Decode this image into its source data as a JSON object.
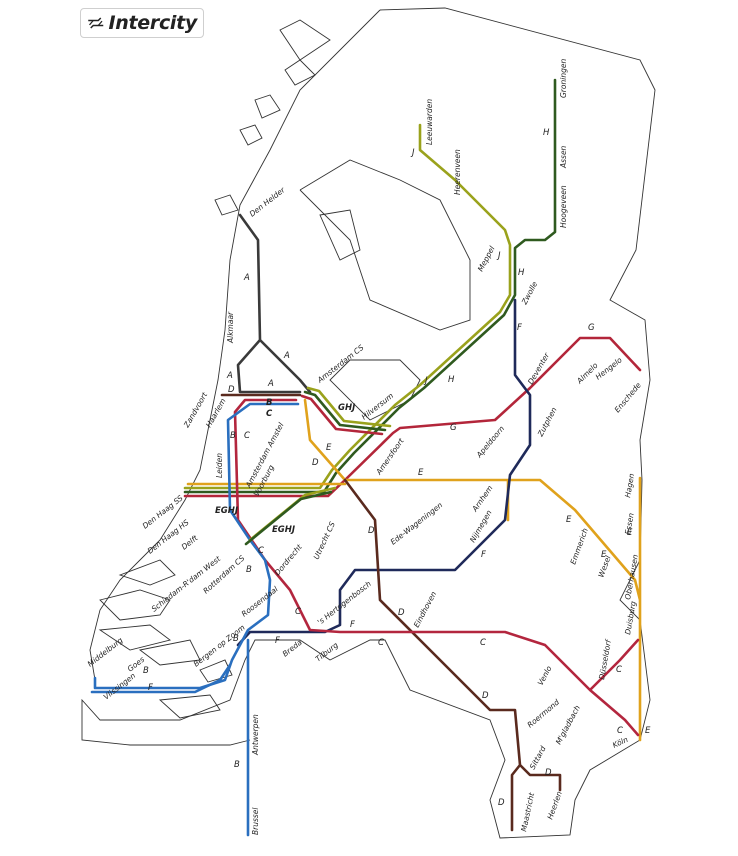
{
  "logo": {
    "text": "Intercity",
    "icon": "ns-double-arrow-icon"
  },
  "colors": {
    "A": "#3a3a3a",
    "B": "#2a6fbf",
    "C": "#b3262e",
    "D": "#5a2a1e",
    "E": "#e0a21c",
    "F": "#1f2a5a",
    "G": "#b3263a",
    "H": "#2f5a1f",
    "J": "#9aa21c"
  },
  "stations": {
    "den_helder": "Den Helder",
    "alkmaar": "Alkmaar",
    "zandvoort": "Zandvoort",
    "haarlem": "Haarlem",
    "leiden": "Leiden",
    "amsterdam_cs": "Amsterdam CS",
    "amsterdam_amstel": "Amsterdam Amstel",
    "voorburg": "Voorburg",
    "den_haag_ss": "Den Haag SS",
    "den_haag_hs": "Den Haag HS",
    "delft": "Delft",
    "schiedam": "Schiedam-R'dam West",
    "rotterdam_cs": "Rotterdam CS",
    "dordrecht": "Dordrecht",
    "roosendaal": "Roosendaal",
    "bergen_op_zoom": "Bergen op Zoom",
    "goes": "Goes",
    "middelburg": "Middelburg",
    "vlissingen": "Vlissingen",
    "antwerpen": "Antwerpen",
    "brussel": "Brussel",
    "breda": "Breda",
    "tilburg": "Tilburg",
    "s_hertogenbosch": "'s Hertogenbosch",
    "eindhoven": "Eindhoven",
    "utrecht_cs": "Utrecht CS",
    "hilversum": "Hilversum",
    "amersfoort": "Amersfoort",
    "ede_wageningen": "Ede-Wageningen",
    "arnhem": "Arnhem",
    "nijmegen": "Nijmegen",
    "apeldoorn": "Apeldoorn",
    "zutphen": "Zutphen",
    "deventer": "Deventer",
    "almelo": "Almelo",
    "hengelo": "Hengelo",
    "enschede": "Enschede",
    "zwolle": "Zwolle",
    "meppel": "Meppel",
    "heerenveen": "Heerenveen",
    "leeuwarden": "Leeuwarden",
    "hoogeveen": "Hoogeveen",
    "assen": "Assen",
    "groningen": "Groningen",
    "venlo": "Venlo",
    "roermond": "Roermond",
    "sittard": "Sittard",
    "maastricht": "Maastricht",
    "heerlen": "Heerlen",
    "emmerich": "Emmerich",
    "wesel": "Wesel",
    "oberhausen": "Oberhausen",
    "duisburg": "Duisburg",
    "dusseldorf": "Düsseldorf",
    "essen": "Essen",
    "hagen": "Hagen",
    "koln": "Köln",
    "mgladbach": "M'gladbach"
  },
  "line_labels": {
    "A": "A",
    "B": "B",
    "C": "C",
    "D": "D",
    "E": "E",
    "F": "F",
    "G": "G",
    "H": "H",
    "J": "J",
    "GHJ": "GHJ",
    "EGHJ": "EGHJ"
  }
}
